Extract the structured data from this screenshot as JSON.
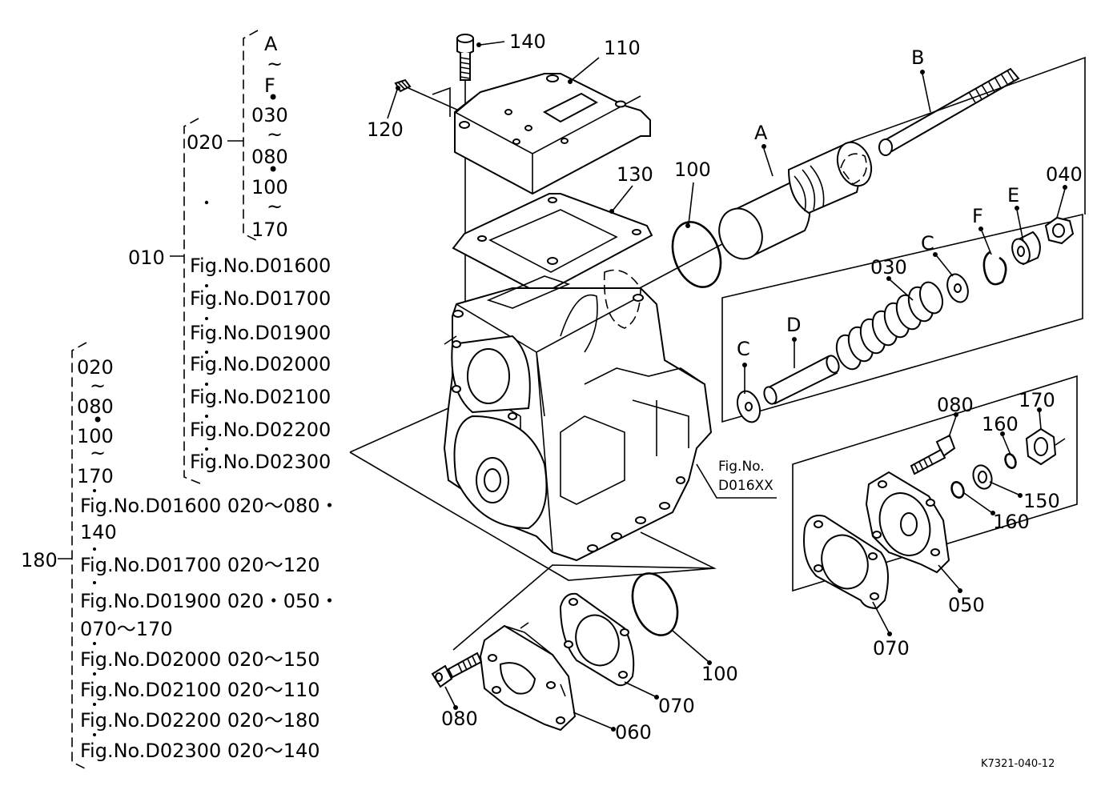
{
  "tree": {
    "n020_group": [
      "A",
      "~",
      "F",
      "•",
      "030",
      "~",
      "080",
      "•",
      "100",
      "~",
      "170"
    ],
    "n020": "020",
    "n010": "010",
    "n010_refs": [
      "Fig.No.D01600",
      "Fig.No.D01700",
      "Fig.No.D01900",
      "Fig.No.D02000",
      "Fig.No.D02100",
      "Fig.No.D02200",
      "Fig.No.D02300"
    ],
    "n180": "180",
    "n180_group": [
      "020",
      "~",
      "080",
      "•",
      "100",
      "~",
      "170"
    ],
    "n180_refs": [
      "Fig.No.D01600  020～080・",
      "140",
      "Fig.No.D01700  020～120",
      "Fig.No.D01900  020・050・",
      "070～170",
      "Fig.No.D02000  020～150",
      "Fig.No.D02100  020～110",
      "Fig.No.D02200  020～180",
      "Fig.No.D02300  020～140"
    ]
  },
  "callouts": {
    "p140": "140",
    "p110": "110",
    "p120": "120",
    "p130": "130",
    "p100a": "100",
    "pA": "A",
    "pB": "B",
    "p040": "040",
    "pE": "E",
    "pF": "F",
    "pC1": "C",
    "p030": "030",
    "pD": "D",
    "pC2": "C",
    "p080a": "080",
    "p170": "170",
    "p160a": "160",
    "p150": "150",
    "p160b": "160",
    "p050": "050",
    "p070a": "070",
    "p100b": "100",
    "p070b": "070",
    "p080b": "080",
    "p060": "060"
  },
  "figref": {
    "line1": "Fig.No.",
    "line2": "D016XX"
  },
  "drawing_id": "K7321-040-12"
}
